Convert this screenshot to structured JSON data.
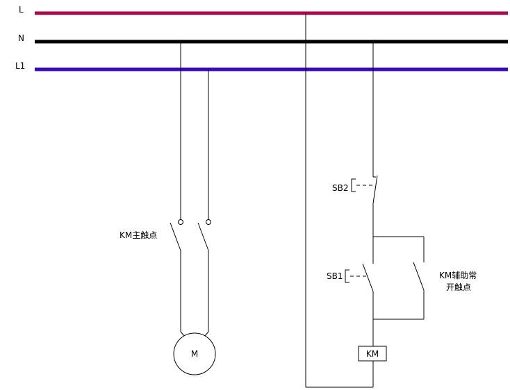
{
  "buses": [
    {
      "id": "L",
      "label": "L",
      "color": "#a10d4a"
    },
    {
      "id": "N",
      "label": "N",
      "color": "#000000"
    },
    {
      "id": "L1",
      "label": "L1",
      "color": "#3a0bb0"
    }
  ],
  "labels": {
    "km_main_contacts": "KM主触点",
    "motor": "M",
    "sb2": "SB2",
    "sb1": "SB1",
    "km_aux_line1": "KM辅助常",
    "km_aux_line2": "开触点",
    "km_coil": "KM"
  }
}
